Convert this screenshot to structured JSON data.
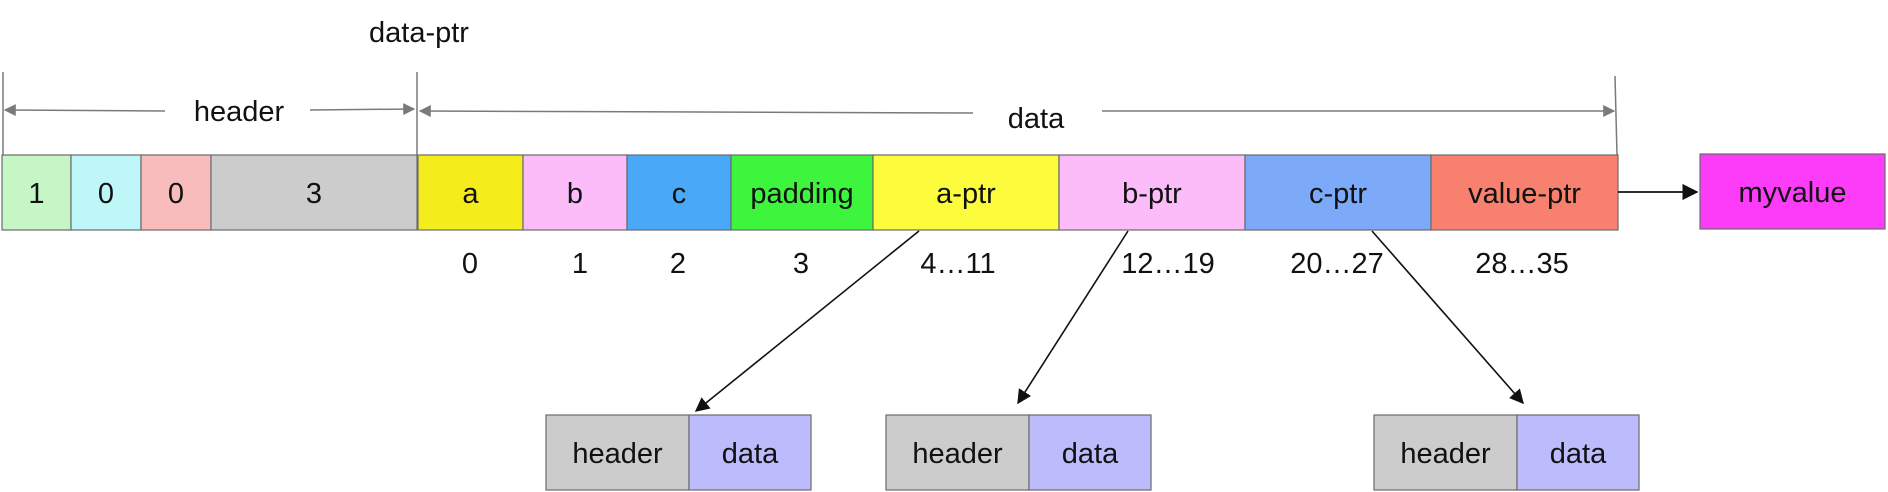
{
  "labels": {
    "data_ptr": "data-ptr",
    "header": "header",
    "data": "data"
  },
  "header_cells": [
    {
      "text": "1",
      "color": "#c6f5c6"
    },
    {
      "text": "0",
      "color": "#bff6f8"
    },
    {
      "text": "0",
      "color": "#f8bcbc"
    },
    {
      "text": "3",
      "color": "#cccccc"
    }
  ],
  "data_cells": [
    {
      "text": "a",
      "color": "#f5ec1c",
      "index": "0"
    },
    {
      "text": "b",
      "color": "#fcbcfa",
      "index": "1"
    },
    {
      "text": "c",
      "color": "#4aa8f8",
      "index": "2"
    },
    {
      "text": "padding",
      "color": "#3ef53e",
      "index": "3"
    },
    {
      "text": "a-ptr",
      "color": "#fcfc3c",
      "index": "4…11"
    },
    {
      "text": "b-ptr",
      "color": "#fcbcfa",
      "index": "12…19"
    },
    {
      "text": "c-ptr",
      "color": "#7caaf8",
      "index": "20…27"
    },
    {
      "text": "value-ptr",
      "color": "#f8806e",
      "index": "28…35"
    }
  ],
  "myvalue": {
    "text": "myvalue",
    "color": "#fc3cf8"
  },
  "sub_blocks": [
    {
      "header": "header",
      "data": "data",
      "header_color": "#cccccc",
      "data_color": "#bcbcfc"
    },
    {
      "header": "header",
      "data": "data",
      "header_color": "#cccccc",
      "data_color": "#bcbcfc"
    },
    {
      "header": "header",
      "data": "data",
      "header_color": "#cccccc",
      "data_color": "#bcbcfc"
    }
  ]
}
